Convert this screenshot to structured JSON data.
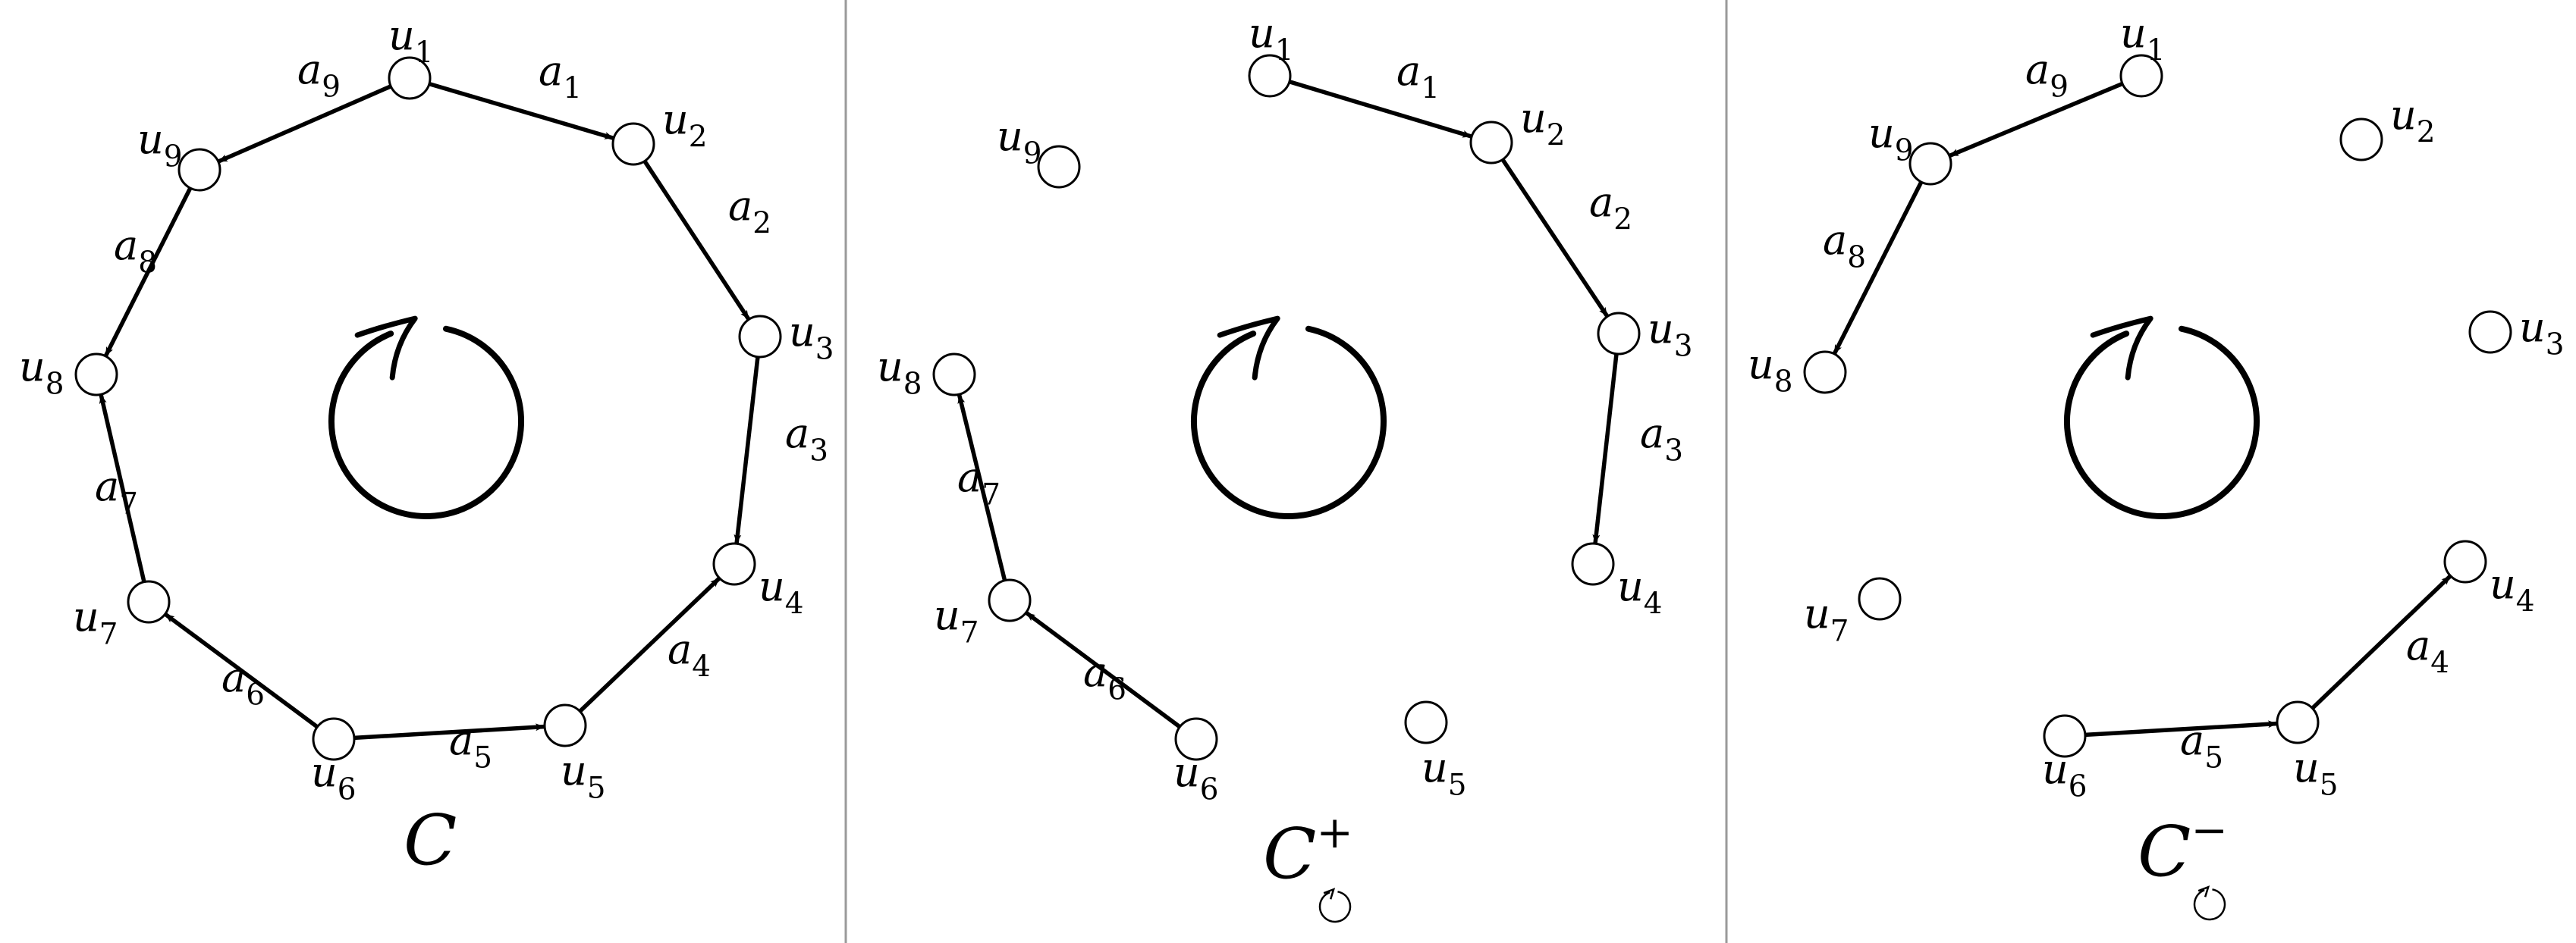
{
  "panels": [
    {
      "title_main": "C",
      "title_sup": "",
      "nodes": [
        {
          "id": "u1",
          "base": "u",
          "sub": "1"
        },
        {
          "id": "u2",
          "base": "u",
          "sub": "2"
        },
        {
          "id": "u3",
          "base": "u",
          "sub": "3"
        },
        {
          "id": "u4",
          "base": "u",
          "sub": "4"
        },
        {
          "id": "u5",
          "base": "u",
          "sub": "5"
        },
        {
          "id": "u6",
          "base": "u",
          "sub": "6"
        },
        {
          "id": "u7",
          "base": "u",
          "sub": "7"
        },
        {
          "id": "u8",
          "base": "u",
          "sub": "8"
        },
        {
          "id": "u9",
          "base": "u",
          "sub": "9"
        }
      ],
      "edges": [
        {
          "from": "u1",
          "to": "u2",
          "base": "a",
          "sub": "1"
        },
        {
          "from": "u2",
          "to": "u3",
          "base": "a",
          "sub": "2"
        },
        {
          "from": "u3",
          "to": "u4",
          "base": "a",
          "sub": "3"
        },
        {
          "from": "u5",
          "to": "u4",
          "base": "a",
          "sub": "4"
        },
        {
          "from": "u6",
          "to": "u5",
          "base": "a",
          "sub": "5"
        },
        {
          "from": "u6",
          "to": "u7",
          "base": "a",
          "sub": "6"
        },
        {
          "from": "u7",
          "to": "u8",
          "base": "a",
          "sub": "7"
        },
        {
          "from": "u9",
          "to": "u8",
          "base": "a",
          "sub": "8"
        },
        {
          "from": "u1",
          "to": "u9",
          "base": "a",
          "sub": "9"
        }
      ]
    },
    {
      "title_main": "C",
      "title_sup": "+",
      "nodes": [
        {
          "id": "u1",
          "base": "u",
          "sub": "1"
        },
        {
          "id": "u2",
          "base": "u",
          "sub": "2"
        },
        {
          "id": "u3",
          "base": "u",
          "sub": "3"
        },
        {
          "id": "u4",
          "base": "u",
          "sub": "4"
        },
        {
          "id": "u5",
          "base": "u",
          "sub": "5"
        },
        {
          "id": "u6",
          "base": "u",
          "sub": "6"
        },
        {
          "id": "u7",
          "base": "u",
          "sub": "7"
        },
        {
          "id": "u8",
          "base": "u",
          "sub": "8"
        },
        {
          "id": "u9",
          "base": "u",
          "sub": "9"
        }
      ],
      "edges": [
        {
          "from": "u1",
          "to": "u2",
          "base": "a",
          "sub": "1"
        },
        {
          "from": "u2",
          "to": "u3",
          "base": "a",
          "sub": "2"
        },
        {
          "from": "u3",
          "to": "u4",
          "base": "a",
          "sub": "3"
        },
        {
          "from": "u6",
          "to": "u7",
          "base": "a",
          "sub": "6"
        },
        {
          "from": "u7",
          "to": "u8",
          "base": "a",
          "sub": "7"
        }
      ]
    },
    {
      "title_main": "C",
      "title_sup": "−",
      "nodes": [
        {
          "id": "u1",
          "base": "u",
          "sub": "1"
        },
        {
          "id": "u2",
          "base": "u",
          "sub": "2"
        },
        {
          "id": "u3",
          "base": "u",
          "sub": "3"
        },
        {
          "id": "u4",
          "base": "u",
          "sub": "4"
        },
        {
          "id": "u5",
          "base": "u",
          "sub": "5"
        },
        {
          "id": "u6",
          "base": "u",
          "sub": "6"
        },
        {
          "id": "u7",
          "base": "u",
          "sub": "7"
        },
        {
          "id": "u8",
          "base": "u",
          "sub": "8"
        },
        {
          "id": "u9",
          "base": "u",
          "sub": "9"
        }
      ],
      "edges": [
        {
          "from": "u5",
          "to": "u4",
          "base": "a",
          "sub": "4"
        },
        {
          "from": "u6",
          "to": "u5",
          "base": "a",
          "sub": "5"
        },
        {
          "from": "u9",
          "to": "u8",
          "base": "a",
          "sub": "8"
        },
        {
          "from": "u1",
          "to": "u9",
          "base": "a",
          "sub": "9"
        }
      ]
    }
  ]
}
